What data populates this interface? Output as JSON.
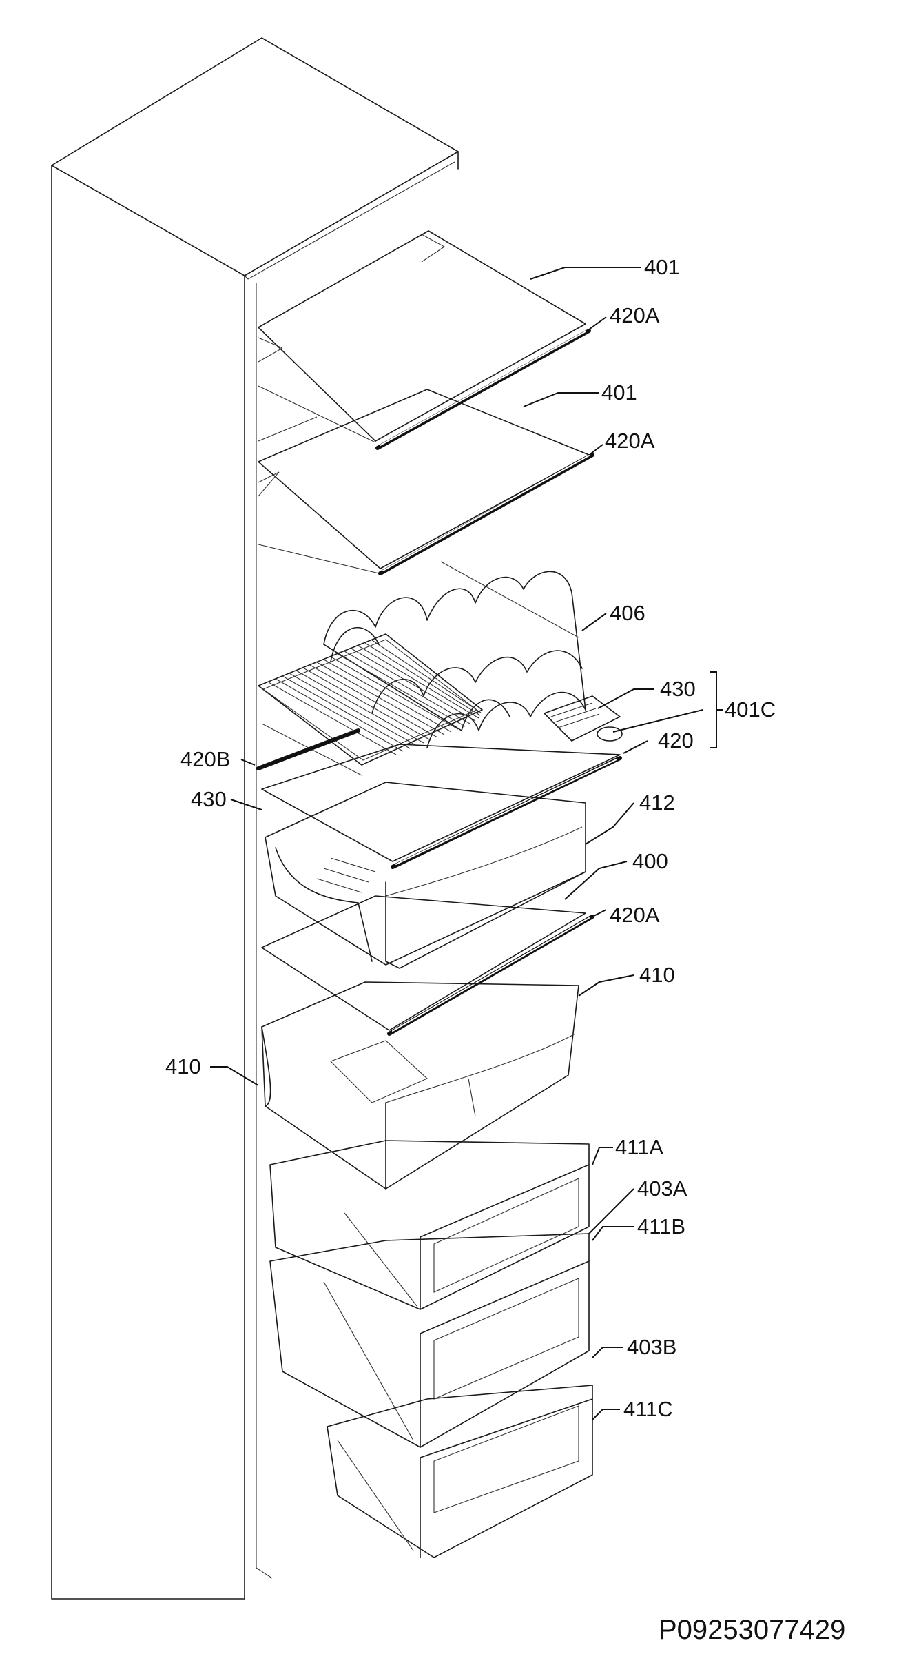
{
  "diagram": {
    "labels": {
      "l401a": "401",
      "l420a1": "420A",
      "l401b": "401",
      "l420a2": "420A",
      "l406": "406",
      "l430a": "430",
      "l401c": "401C",
      "l420": "420",
      "l420b": "420B",
      "l430b": "430",
      "l412": "412",
      "l400": "400",
      "l420a3": "420A",
      "l410a": "410",
      "l410b": "410",
      "l411a": "411A",
      "l403a": "403A",
      "l411b": "411B",
      "l403b": "403B",
      "l411c": "411C"
    },
    "code": "P09253077429"
  }
}
